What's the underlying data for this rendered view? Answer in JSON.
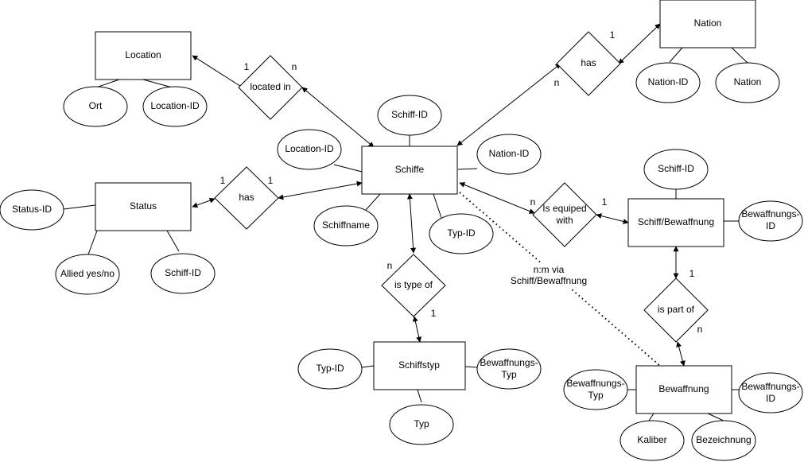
{
  "entities": {
    "location": "Location",
    "nation": "Nation",
    "status": "Status",
    "schiffe": "Schiffe",
    "schiff_bewaffnung": "Schiff/Bewaffnung",
    "schiffstyp": "Schiffstyp",
    "bewaffnung": "Bewaffnung"
  },
  "relationships": {
    "located_in": "located in",
    "has_nation": "has",
    "has_status": "has",
    "is_equiped_with": [
      "Is equiped",
      "with"
    ],
    "is_type_of": "is type of",
    "is_part_of": "is part of"
  },
  "attributes": {
    "ort": "Ort",
    "location_id": "Location-ID",
    "nation_id": "Nation-ID",
    "nation": "Nation",
    "schiff_id": "Schiff-ID",
    "location_id_schiffe": "Location-ID",
    "nation_id_schiffe": "Nation-ID",
    "schiffname": "Schiffname",
    "typ_id_schiffe": "Typ-ID",
    "status_id": "Status-ID",
    "allied": "Allied yes/no",
    "schiff_id_status": "Schiff-ID",
    "schiff_id_sb": "Schiff-ID",
    "bewaffnungs_id_sb": [
      "Bewaffnungs-",
      "ID"
    ],
    "typ_id": "Typ-ID",
    "bewaffnungs_typ_st": [
      "Bewaffnungs-",
      "Typ"
    ],
    "typ": "Typ",
    "bewaffnungs_typ_bw": [
      "Bewaffnungs-",
      "Typ"
    ],
    "bewaffnungs_id_bw": [
      "Bewaffnungs-",
      "ID"
    ],
    "kaliber": "Kaliber",
    "bezeichnung": "Bezeichnung"
  },
  "cardinalities": {
    "located_in_location": "1",
    "located_in_schiffe": "n",
    "has_nation_nation": "1",
    "has_nation_schiffe": "n",
    "has_status_status": "1",
    "has_status_schiffe": "1",
    "equiped_schiffe": "n",
    "equiped_sb": "1",
    "type_schiffe": "n",
    "type_schiffstyp": "1",
    "part_sb": "1",
    "part_bewaffnung": "n"
  },
  "annotation": [
    "n:m via",
    "Schiff/Bewaffnung"
  ]
}
